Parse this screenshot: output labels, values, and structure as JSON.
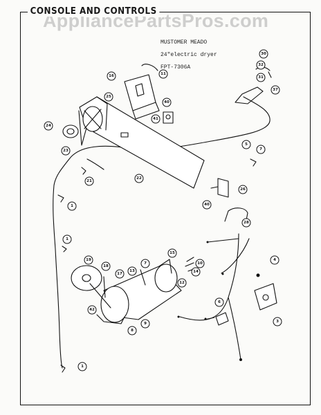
{
  "header": {
    "title": "CONSOLE AND CONTROLS",
    "watermark": "AppliancePartsPros.com"
  },
  "info": {
    "line1": "MUSTOMER MEADO",
    "line2": "24\"electric dryer",
    "line3": "FPT-7306A"
  },
  "callouts": [
    {
      "id": "c11",
      "label": "11"
    },
    {
      "id": "c30a",
      "label": "30"
    },
    {
      "id": "c32",
      "label": "32"
    },
    {
      "id": "c31",
      "label": "31"
    },
    {
      "id": "c37",
      "label": "37"
    },
    {
      "id": "c16",
      "label": "16"
    },
    {
      "id": "c25",
      "label": "25"
    },
    {
      "id": "c40",
      "label": "40"
    },
    {
      "id": "c41",
      "label": "41"
    },
    {
      "id": "c24",
      "label": "24"
    },
    {
      "id": "c23",
      "label": "23"
    },
    {
      "id": "c5",
      "label": "5"
    },
    {
      "id": "c7a",
      "label": "7"
    },
    {
      "id": "c22",
      "label": "22"
    },
    {
      "id": "c21",
      "label": "21"
    },
    {
      "id": "c26",
      "label": "26"
    },
    {
      "id": "c1a",
      "label": "1"
    },
    {
      "id": "c40b",
      "label": "40"
    },
    {
      "id": "c28",
      "label": "28"
    },
    {
      "id": "c1b",
      "label": "1"
    },
    {
      "id": "c15",
      "label": "15"
    },
    {
      "id": "c7b",
      "label": "7"
    },
    {
      "id": "c10",
      "label": "10"
    },
    {
      "id": "c14",
      "label": "14"
    },
    {
      "id": "c19",
      "label": "19"
    },
    {
      "id": "c18",
      "label": "18"
    },
    {
      "id": "c17",
      "label": "17"
    },
    {
      "id": "c13",
      "label": "13"
    },
    {
      "id": "c12",
      "label": "12"
    },
    {
      "id": "c4",
      "label": "4"
    },
    {
      "id": "c42",
      "label": "42"
    },
    {
      "id": "c9",
      "label": "9"
    },
    {
      "id": "c8",
      "label": "8"
    },
    {
      "id": "c6",
      "label": "6"
    },
    {
      "id": "c3",
      "label": "3"
    },
    {
      "id": "c1c",
      "label": "1"
    }
  ]
}
